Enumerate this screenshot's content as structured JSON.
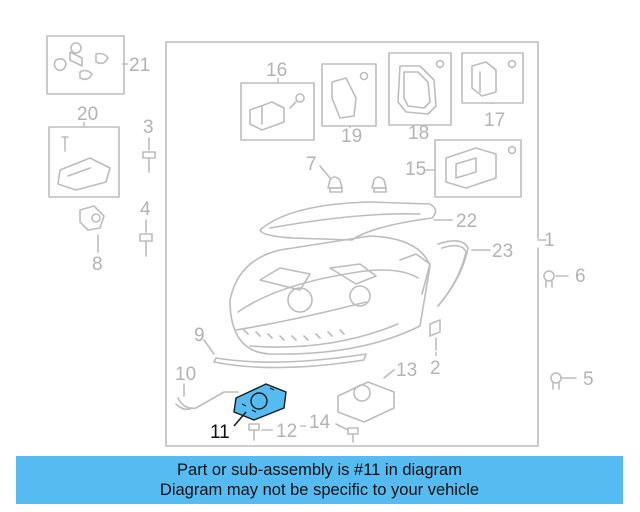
{
  "diagram": {
    "callouts": {
      "c1": "1",
      "c2": "2",
      "c3": "3",
      "c4": "4",
      "c5": "5",
      "c6": "6",
      "c7": "7",
      "c8": "8",
      "c9": "9",
      "c10": "10",
      "c11": "11",
      "c12": "12",
      "c13": "13",
      "c14": "14",
      "c15": "15",
      "c16": "16",
      "c17": "17",
      "c18": "18",
      "c19": "19",
      "c20": "20",
      "c21": "21",
      "c22": "22",
      "c23": "23"
    },
    "highlighted_part": "11",
    "colors": {
      "line": "#bdbdbd",
      "highlight": "#56bbf1",
      "banner": "#56bbf1",
      "text_dark": "#111111"
    }
  },
  "banner": {
    "line1": "Part or sub-assembly is #11 in diagram",
    "line2": "Diagram may not be specific to your vehicle"
  }
}
